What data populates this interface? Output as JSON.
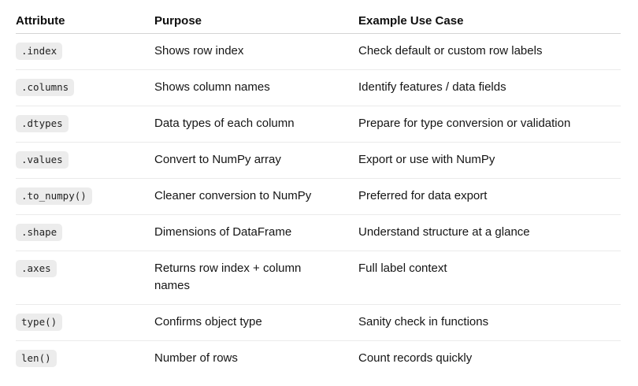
{
  "table": {
    "headers": [
      "Attribute",
      "Purpose",
      "Example Use Case"
    ],
    "rows": [
      {
        "attribute": ".index",
        "purpose": "Shows row index",
        "use_case": "Check default or custom row labels"
      },
      {
        "attribute": ".columns",
        "purpose": "Shows column names",
        "use_case": "Identify features / data fields"
      },
      {
        "attribute": ".dtypes",
        "purpose": "Data types of each column",
        "use_case": "Prepare for type conversion or validation"
      },
      {
        "attribute": ".values",
        "purpose": "Convert to NumPy array",
        "use_case": "Export or use with NumPy"
      },
      {
        "attribute": ".to_numpy()",
        "purpose": "Cleaner conversion to NumPy",
        "use_case": "Preferred for data export"
      },
      {
        "attribute": ".shape",
        "purpose": "Dimensions of DataFrame",
        "use_case": "Understand structure at a glance"
      },
      {
        "attribute": ".axes",
        "purpose": "Returns row index + column names",
        "use_case": "Full label context"
      },
      {
        "attribute": "type()",
        "purpose": "Confirms object type",
        "use_case": "Sanity check in functions"
      },
      {
        "attribute": "len()",
        "purpose": "Number of rows",
        "use_case": "Count records quickly"
      }
    ]
  },
  "colors": {
    "chip_background": "#ececec",
    "header_border": "#d4d4d4",
    "row_border": "#ebebeb",
    "text": "#151515"
  }
}
